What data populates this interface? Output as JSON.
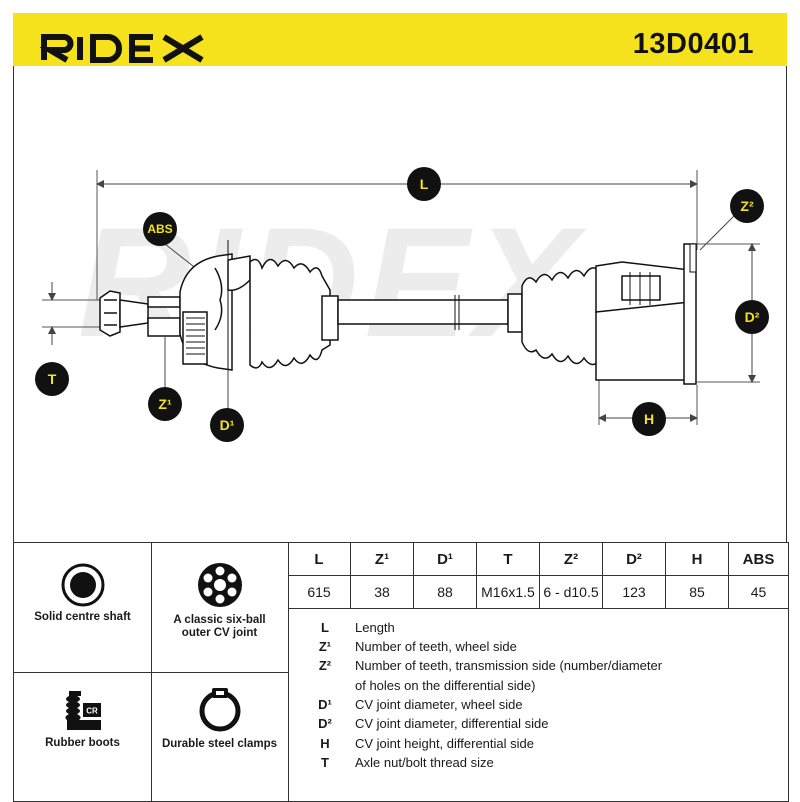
{
  "brand": "RIDEX",
  "part_number": "13D0401",
  "watermark": "RIDEX",
  "callouts": {
    "L": "L",
    "ABS": "ABS",
    "T": "T",
    "Z1": "Z¹",
    "D1": "D¹",
    "Z2": "Z²",
    "D2": "D²",
    "H": "H"
  },
  "features": [
    {
      "label": "Solid centre shaft",
      "icon": "solid-shaft-icon"
    },
    {
      "label": "A classic six-ball outer CV joint",
      "icon": "six-ball-joint-icon"
    },
    {
      "label": "Rubber boots",
      "icon": "rubber-boot-icon",
      "badge": "CR"
    },
    {
      "label": "Durable steel clamps",
      "icon": "steel-clamp-icon"
    }
  ],
  "spec_headers": [
    "L",
    "Z¹",
    "D¹",
    "T",
    "Z²",
    "D²",
    "H",
    "ABS"
  ],
  "spec_values": [
    "615",
    "38",
    "88",
    "M16x1.5",
    "6 - d10.5",
    "123",
    "85",
    "45"
  ],
  "legend": [
    {
      "key": "L",
      "text": "Length"
    },
    {
      "key": "Z¹",
      "text": "Number of teeth, wheel side"
    },
    {
      "key": "Z²",
      "text": "Number of teeth, transmission side (number/diameter"
    },
    {
      "key": "",
      "text": "of holes on the differential side)"
    },
    {
      "key": "D¹",
      "text": "CV joint diameter, wheel side"
    },
    {
      "key": "D²",
      "text": "CV joint diameter, differential side"
    },
    {
      "key": "H",
      "text": "CV joint height, differential side"
    },
    {
      "key": "T",
      "text": "Axle nut/bolt thread size"
    }
  ],
  "colors": {
    "accent": "#f5e21c",
    "ink": "#111111"
  }
}
